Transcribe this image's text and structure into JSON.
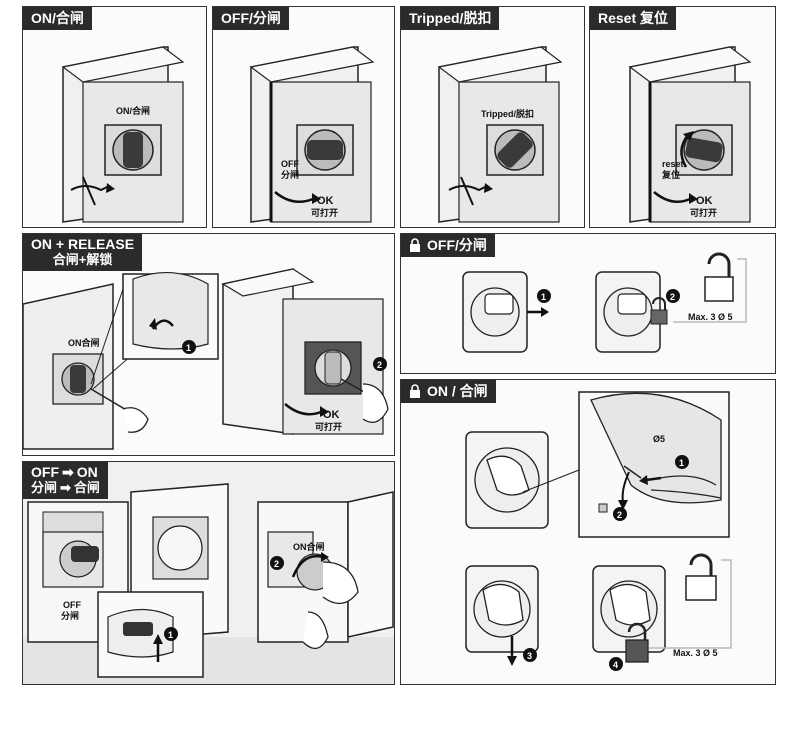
{
  "panels": {
    "on": {
      "title": "ON/合闸",
      "label": "ON/合闸"
    },
    "off": {
      "title": "OFF/分闸",
      "label_en": "OFF",
      "label_cn": "分闸",
      "ok": "OK",
      "ok_cn": "可打开"
    },
    "tripped": {
      "title": "Tripped/脱扣",
      "label": "Tripped/脱扣"
    },
    "reset": {
      "title": "Reset 复位",
      "label_en": "reset",
      "label_cn": "复位",
      "ok": "OK",
      "ok_cn": "可打开"
    },
    "on_release": {
      "title": "ON + RELEASE",
      "title_cn": "合闸+解锁",
      "label": "ON合闸",
      "step1": "1",
      "step2": "2",
      "ok": "OK",
      "ok_cn": "可打开"
    },
    "lock_off": {
      "title": "OFF/分闸",
      "step1": "1",
      "step2": "2",
      "max": "Max. 3 Ø 5"
    },
    "lock_on": {
      "title": "ON / 合闸",
      "step1": "1",
      "step2": "2",
      "step3": "3",
      "step4": "4",
      "max": "Max. 3 Ø 5",
      "inset_text": "Ø5"
    },
    "off_on": {
      "title_a": "OFF",
      "title_b": "ON",
      "title_cn_a": "分闸",
      "title_cn_b": "合闸",
      "off_label": "OFF",
      "off_cn": "分闸",
      "on_label": "ON合闸",
      "step1": "1",
      "step2": "2"
    }
  },
  "colors": {
    "tag_bg": "#2b2b2b",
    "line": "#222222",
    "panel_gray": "#e6e6e6",
    "knob": "#3a3a3a"
  }
}
